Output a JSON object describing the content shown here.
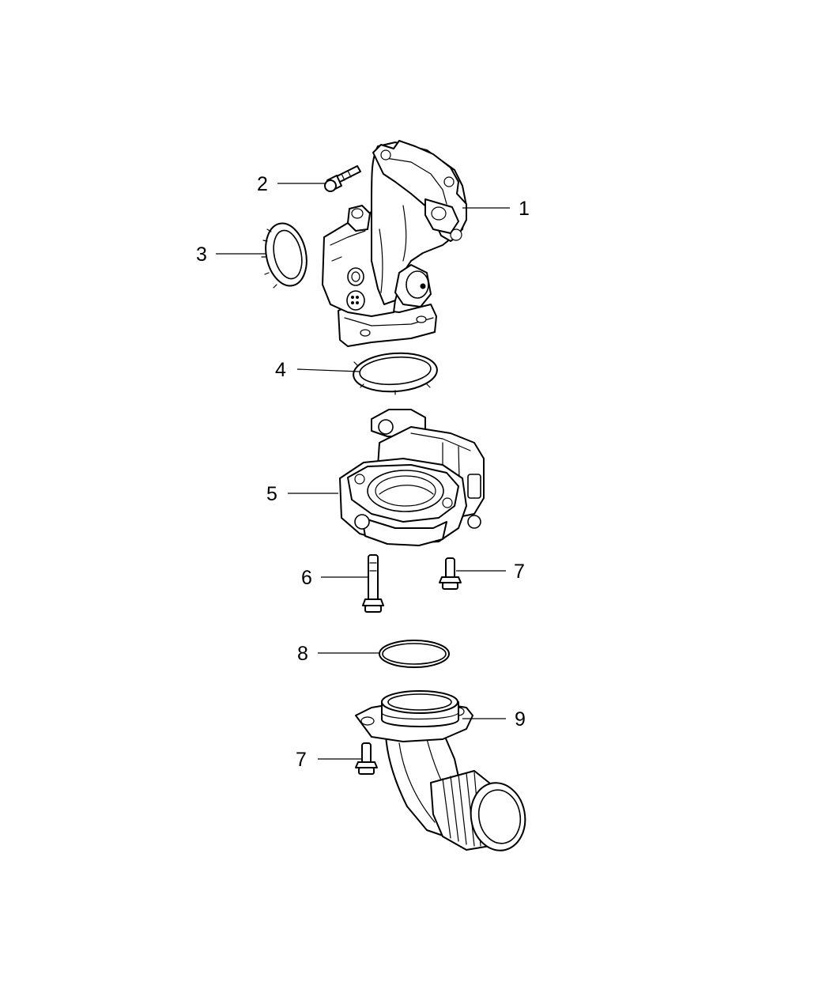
{
  "callouts": [
    {
      "id": "c1",
      "number": "1"
    },
    {
      "id": "c2",
      "number": "2"
    },
    {
      "id": "c3",
      "number": "3"
    },
    {
      "id": "c4",
      "number": "4"
    },
    {
      "id": "c5",
      "number": "5"
    },
    {
      "id": "c6",
      "number": "6"
    },
    {
      "id": "c7a",
      "number": "7"
    },
    {
      "id": "c8",
      "number": "8"
    },
    {
      "id": "c9",
      "number": "9"
    },
    {
      "id": "c7b",
      "number": "7"
    }
  ],
  "parts": [
    {
      "callout": "1",
      "icon": "throttle-housing-adapter-icon"
    },
    {
      "callout": "2",
      "icon": "bolt-icon"
    },
    {
      "callout": "3",
      "icon": "seal-ring-icon"
    },
    {
      "callout": "4",
      "icon": "gasket-ring-icon"
    },
    {
      "callout": "5",
      "icon": "throttle-body-icon"
    },
    {
      "callout": "6",
      "icon": "long-bolt-icon"
    },
    {
      "callout": "7",
      "icon": "short-bolt-icon"
    },
    {
      "callout": "8",
      "icon": "o-ring-icon"
    },
    {
      "callout": "9",
      "icon": "elbow-tube-icon"
    }
  ]
}
